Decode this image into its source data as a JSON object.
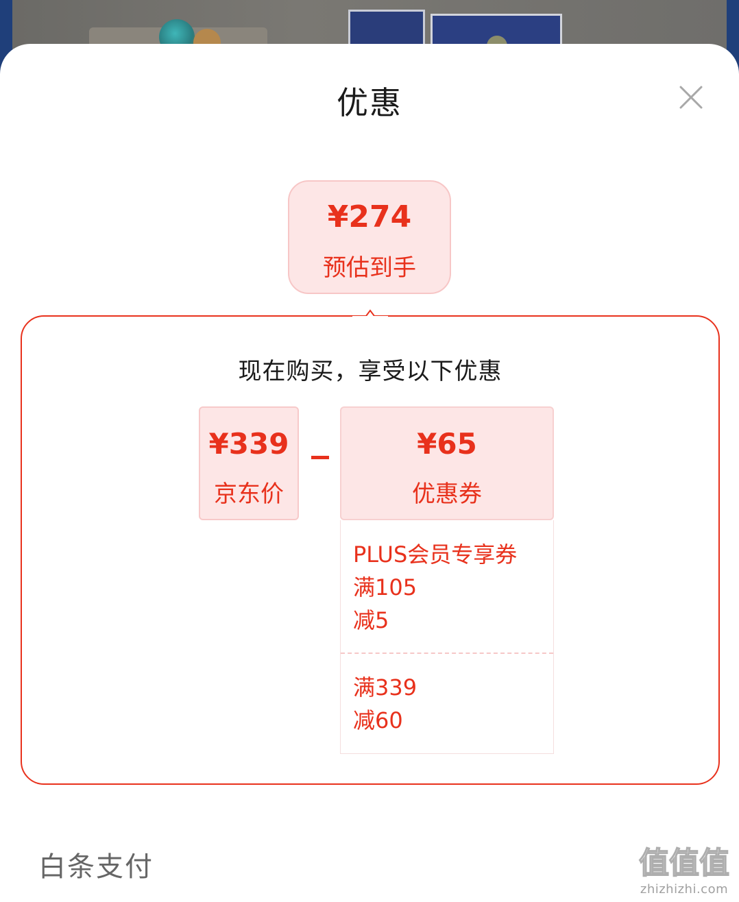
{
  "sheet": {
    "title": "优惠",
    "close_icon": "close-icon"
  },
  "estimate": {
    "price": "¥274",
    "label": "预估到手"
  },
  "details": {
    "heading": "现在购买，享受以下优惠",
    "jd_price": {
      "value": "¥339",
      "label": "京东价"
    },
    "operator": "minus-icon",
    "coupon": {
      "value": "¥65",
      "label": "优惠券"
    },
    "coupon_items": [
      {
        "name": "PLUS会员专享券",
        "condition": "满105",
        "discount": "减5"
      },
      {
        "condition": "满339",
        "discount": "减60"
      }
    ]
  },
  "next_section": {
    "title": "白条支付"
  },
  "watermark": {
    "glyphs": "值值值",
    "domain": "zhizhizhi.com"
  },
  "colors": {
    "accent": "#e8311c",
    "pink_bg": "#fde6e6",
    "title_text": "#1a1a1a"
  }
}
